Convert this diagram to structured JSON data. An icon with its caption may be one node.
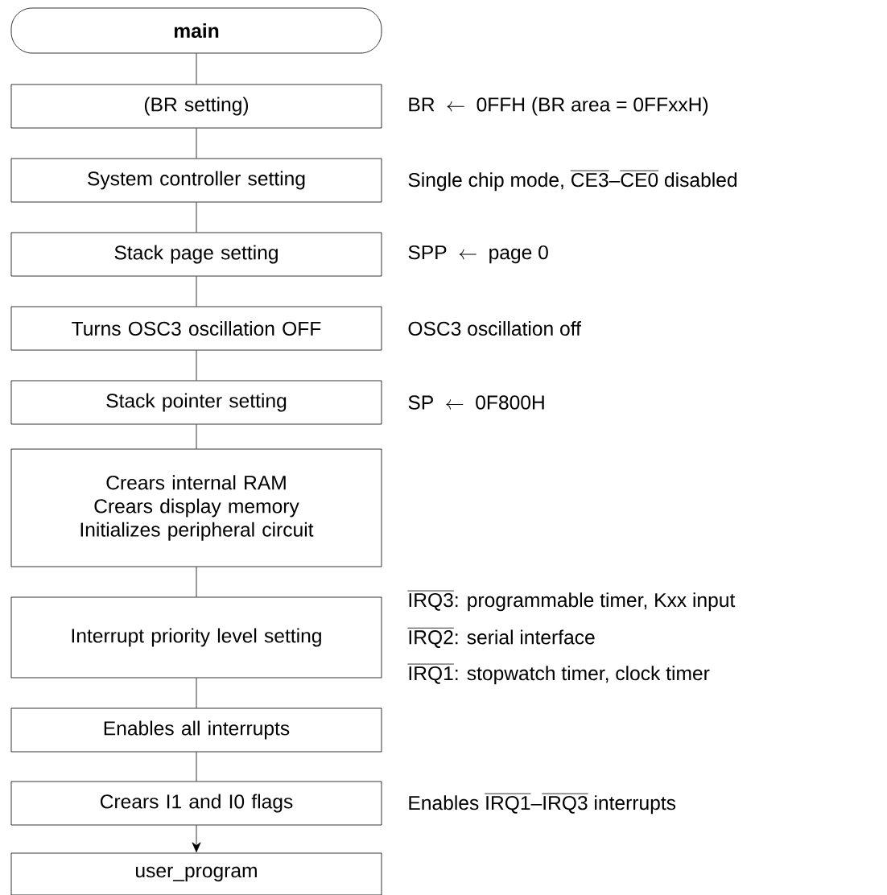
{
  "diagram": {
    "nodes": [
      {
        "text": [
          "main"
        ]
      },
      {
        "text": [
          "(BR setting)"
        ],
        "beside": [
          "\\mbox{BR }\\leftarrow\\mbox{ 0FFH (BR area = 0FFxxH)}"
        ]
      },
      {
        "text": [
          "System controller setting"
        ],
        "beside": [
          "\\mbox{Single chip mode, }\\overline{\\mbox{CE3}}\\mbox{–}\\overline{\\mbox{CE0}}\\mbox{ disabled}"
        ]
      },
      {
        "text": [
          "Stack page setting"
        ],
        "beside": [
          "\\mbox{SPP }\\leftarrow\\mbox{ page 0}"
        ]
      },
      {
        "text": [
          "Turns OSC3 oscillation OFF"
        ],
        "beside": [
          "\\mbox{OSC3 oscillation off}"
        ]
      },
      {
        "text": [
          "Stack pointer setting"
        ],
        "beside": [
          "\\mbox{SP }\\leftarrow\\mbox{ 0F800H}"
        ]
      },
      {
        "text": [
          "Crears internal RAM",
          "Crears display memory",
          "Initializes peripheral circuit"
        ]
      },
      {
        "text": [
          "Interrupt priority level setting"
        ],
        "beside": [
          "\\overline{\\mbox{IRQ3}}\\mbox{: programmable timer, Kxx input}",
          "\\overline{\\mbox{IRQ2}}\\mbox{: serial interface}",
          "\\overline{\\mbox{IRQ1}}\\mbox{: stopwatch timer, clock timer}"
        ]
      },
      {
        "text": [
          "Enables all interrupts"
        ]
      },
      {
        "text": [
          "Crears I1 and I0 flags"
        ],
        "beside": [
          "\\mbox{Enables }\\overline{\\mbox{IRQ1}}\\mbox{–}\\overline{\\mbox{IRQ3}}\\mbox{ interrupts}"
        ]
      },
      {
        "text": [
          "user_program"
        ]
      }
    ],
    "edges": [
      {
        "from": 0,
        "to": 1,
        "arrow": "none"
      },
      {
        "from": 1,
        "to": 2,
        "arrow": "none"
      },
      {
        "from": 2,
        "to": 3,
        "arrow": "none"
      },
      {
        "from": 3,
        "to": 4,
        "arrow": "none"
      },
      {
        "from": 4,
        "to": 5,
        "arrow": "none"
      },
      {
        "from": 5,
        "to": 6,
        "arrow": "none"
      },
      {
        "from": 6,
        "to": 7,
        "arrow": "none"
      },
      {
        "from": 7,
        "to": 8,
        "arrow": "none"
      },
      {
        "from": 8,
        "to": 9,
        "arrow": "none"
      },
      {
        "from": 9,
        "to": 10,
        "arrow": "to"
      }
    ]
  }
}
